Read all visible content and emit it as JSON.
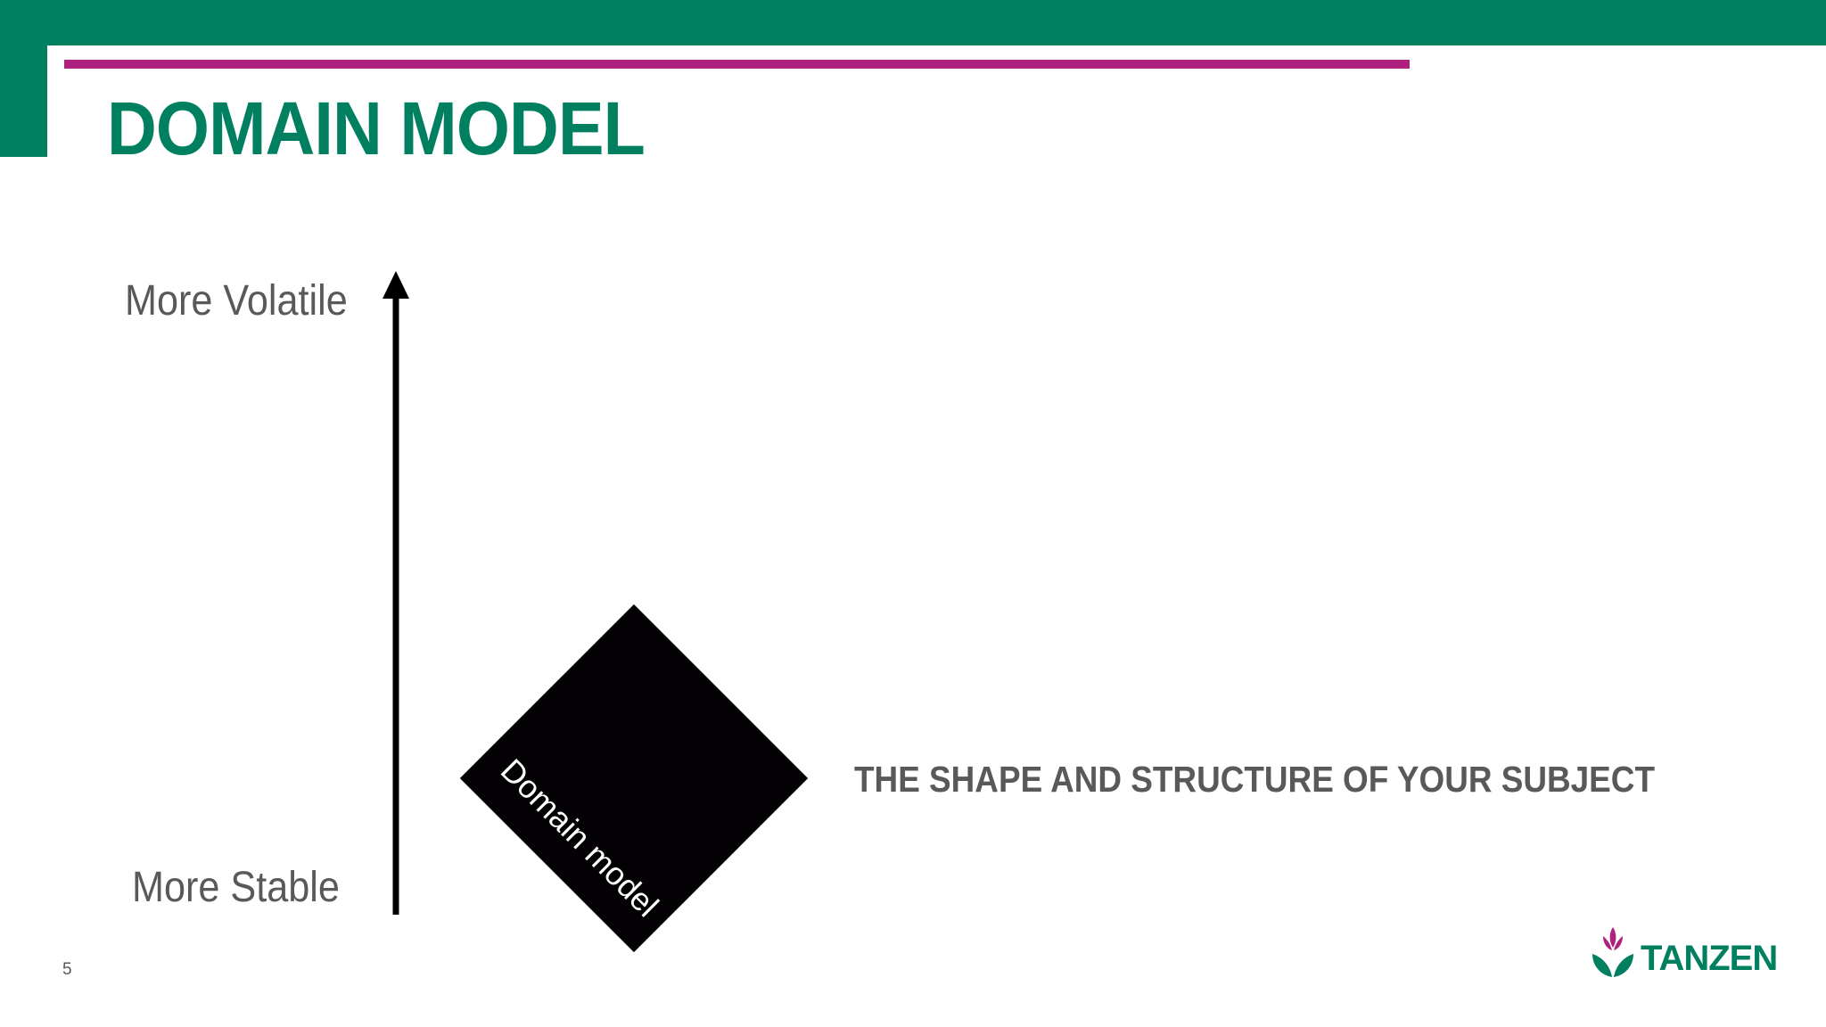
{
  "slide": {
    "title": "DOMAIN MODEL",
    "page_number": "5"
  },
  "axis": {
    "top_label": "More Volatile",
    "bottom_label": "More Stable"
  },
  "diagram": {
    "shape_label": "Domain model",
    "description": "THE SHAPE AND STRUCTURE OF YOUR SUBJECT"
  },
  "logo": {
    "text": "TANZEN",
    "icon": "lotus-icon"
  },
  "colors": {
    "brand_green": "#008060",
    "accent_magenta": "#b0207f",
    "text_gray": "#595959",
    "shape_black": "#030104"
  }
}
